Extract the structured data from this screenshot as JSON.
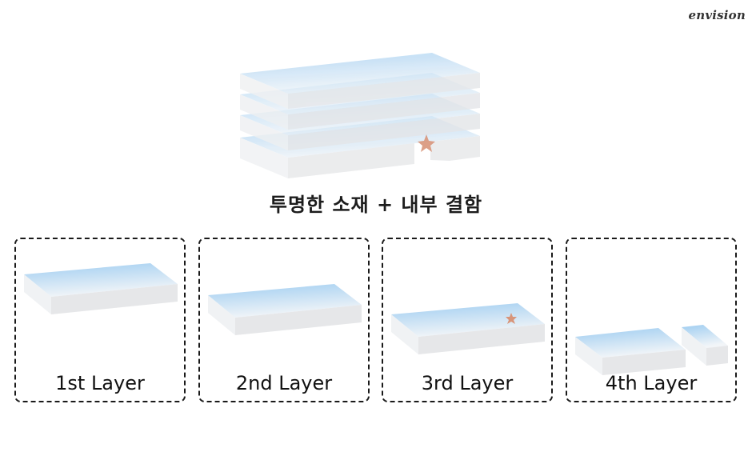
{
  "logo": {
    "text": "envision"
  },
  "title": "투명한 소재 + 내부 결함",
  "panels": [
    {
      "label": "1st Layer"
    },
    {
      "label": "2nd Layer"
    },
    {
      "label": "3rd Layer"
    },
    {
      "label": "4th Layer"
    }
  ],
  "colors": {
    "top_face_blue": "#a9d3f3",
    "top_face_fade": "#f4f7f9",
    "side_face": "#e6e7e9",
    "defect_star": "#d8957a",
    "panel_border": "#1a1a1a"
  }
}
